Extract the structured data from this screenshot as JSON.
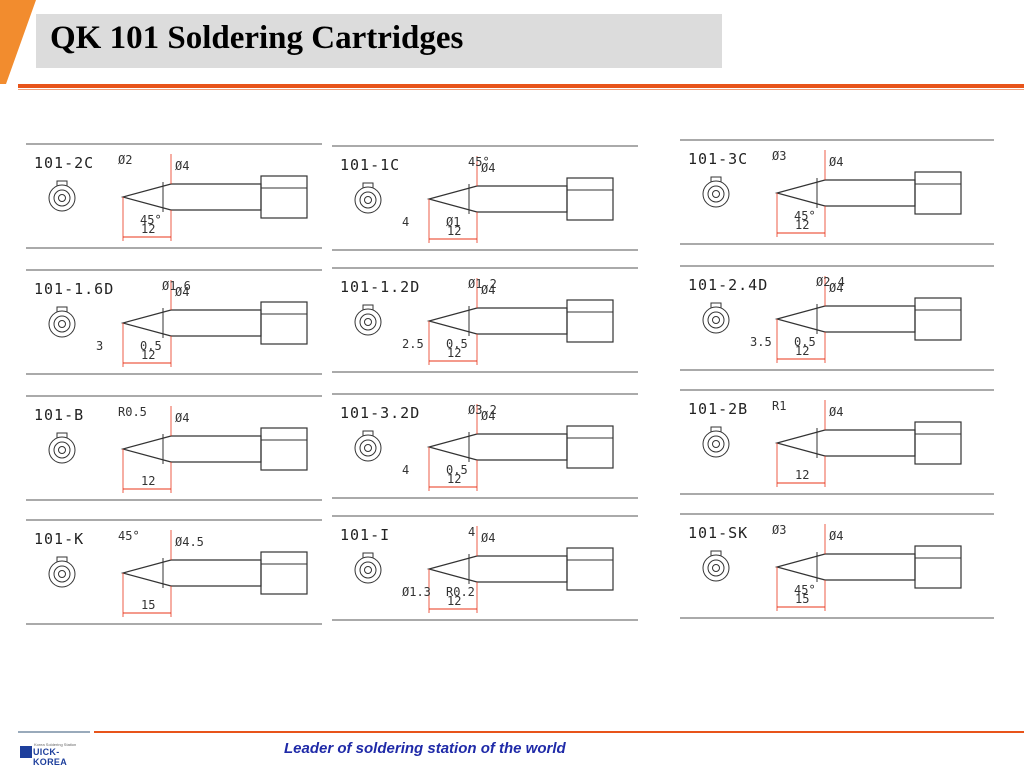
{
  "header": {
    "title": "QK 101 Soldering Cartridges"
  },
  "footer": {
    "slogan": "Leader of soldering station of the world",
    "logo_small": "Korea Soldering Station",
    "logo_text": "UICK-KOREA"
  },
  "colors": {
    "accent": "#e8541a",
    "title_box": "#dcdcdc",
    "slogan": "#1f2aa8",
    "dimension": "#e8341a"
  },
  "cartridges": [
    {
      "model": "101-2C",
      "dims": [
        "Ø4",
        "Ø2",
        "45°",
        "12"
      ]
    },
    {
      "model": "101-1C",
      "dims": [
        "4",
        "Ø4",
        "Ø1",
        "45°",
        "12"
      ]
    },
    {
      "model": "101-3C",
      "dims": [
        "Ø4",
        "Ø3",
        "45°",
        "12"
      ]
    },
    {
      "model": "101-1.6D",
      "dims": [
        "3",
        "Ø4",
        "0.5",
        "Ø1.6",
        "12"
      ]
    },
    {
      "model": "101-1.2D",
      "dims": [
        "2.5",
        "Ø4",
        "0.5",
        "Ø1.2",
        "12"
      ]
    },
    {
      "model": "101-2.4D",
      "dims": [
        "3.5",
        "Ø4",
        "0.5",
        "Ø2.4",
        "12"
      ]
    },
    {
      "model": "101-B",
      "dims": [
        "Ø4",
        "R0.5",
        "12"
      ]
    },
    {
      "model": "101-3.2D",
      "dims": [
        "4",
        "Ø4",
        "0.5",
        "Ø3.2",
        "12"
      ]
    },
    {
      "model": "101-2B",
      "dims": [
        "Ø4",
        "R1",
        "12"
      ]
    },
    {
      "model": "101-K",
      "dims": [
        "Ø4.5",
        "45°",
        "15"
      ]
    },
    {
      "model": "101-I",
      "dims": [
        "Ø1.3",
        "Ø4",
        "R0.2",
        "4",
        "12"
      ]
    },
    {
      "model": "101-SK",
      "dims": [
        "Ø4",
        "Ø3",
        "45°",
        "15"
      ]
    }
  ]
}
